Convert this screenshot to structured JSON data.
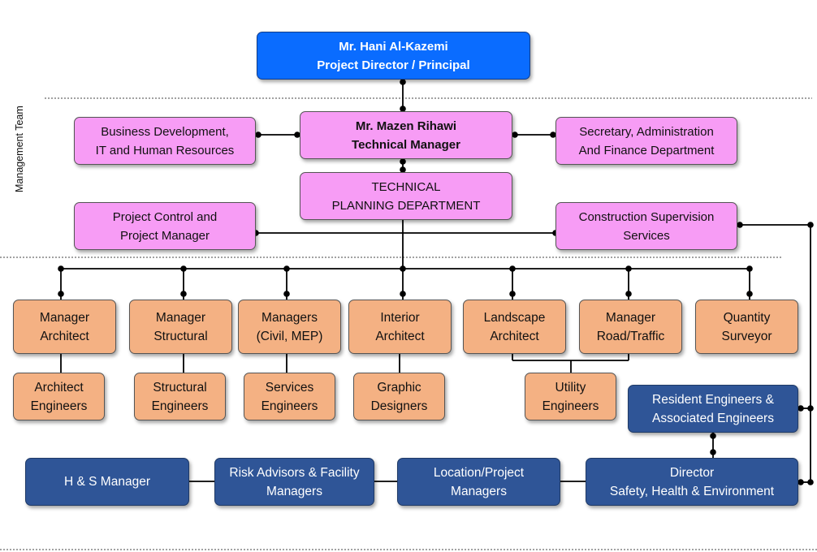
{
  "side_label": "Management Team",
  "boxes": {
    "director": [
      "Mr. Hani Al-Kazemi",
      "Project Director / Principal"
    ],
    "bizdev": [
      "Business Development,",
      "IT and Human Resources"
    ],
    "techmgr": [
      "Mr. Mazen Rihawi",
      "Technical Manager"
    ],
    "secretary": [
      "Secretary, Administration",
      "And Finance Department"
    ],
    "planning": [
      "TECHNICAL",
      "PLANNING DEPARTMENT"
    ],
    "projcontrol": [
      "Project Control and",
      "Project Manager"
    ],
    "constsup": [
      "Construction Supervision",
      "Services"
    ],
    "mgr_arch": [
      "Manager",
      "Architect"
    ],
    "mgr_struct": [
      "Manager",
      "Structural"
    ],
    "mgr_civil": [
      "Managers",
      "(Civil, MEP)"
    ],
    "interior": [
      "Interior",
      "Architect"
    ],
    "landscape": [
      "Landscape",
      "Architect"
    ],
    "mgr_road": [
      "Manager",
      "Road/Traffic"
    ],
    "qs": [
      "Quantity",
      "Surveyor"
    ],
    "arch_eng": [
      "Architect",
      "Engineers"
    ],
    "struct_eng": [
      "Structural",
      "Engineers"
    ],
    "serv_eng": [
      "Services",
      "Engineers"
    ],
    "graphic": [
      "Graphic",
      "Designers"
    ],
    "utility": [
      "Utility",
      "Engineers"
    ],
    "resident": [
      "Resident Engineers &",
      "Associated Engineers"
    ],
    "hs": [
      "H & S Manager"
    ],
    "risk": [
      "Risk Advisors & Facility",
      "Managers"
    ],
    "location": [
      "Location/Project",
      "Managers"
    ],
    "she": [
      "Director",
      "Safety, Health & Environment"
    ]
  },
  "colors": {
    "director": "#0a6cff",
    "management": "#f79cf5",
    "departments": "#f4b183",
    "safety": "#2f5597"
  }
}
